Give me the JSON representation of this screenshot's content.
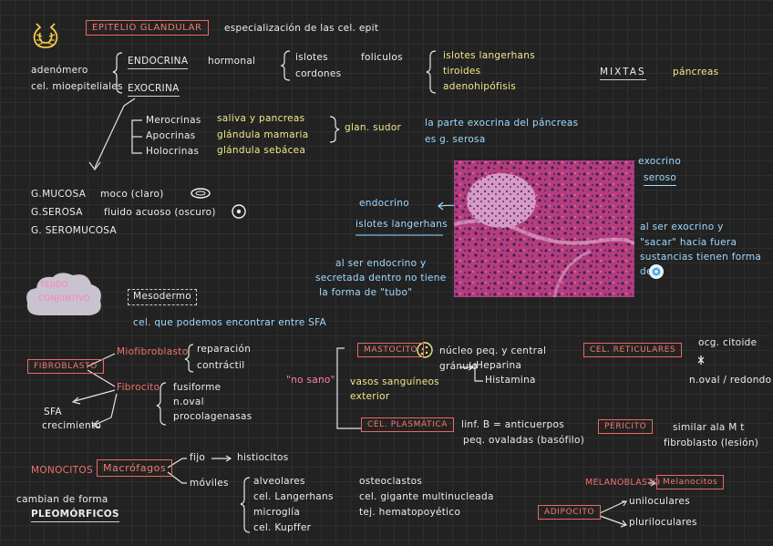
{
  "epitelio": {
    "title": "EPITELIO GLANDULAR",
    "subtitle": "especialización de las cel. epit",
    "adenomero": "adenómero",
    "cel_mioepiteliales": "cel. mioepiteliales",
    "endocrina": "ENDOCRINA",
    "hormonal": "hormonal",
    "islotes": "islotes",
    "cordones": "cordones",
    "foliculos": "foliculos",
    "list_right": [
      "islotes langerhans",
      "tiroides",
      "adenohipófisis"
    ],
    "mixtas": "MIXTAS",
    "pancreas": "páncreas",
    "exocrina": "EXOCRINA",
    "secretion_types": [
      "Merocrinas",
      "Apocrinas",
      "Holocrinas"
    ],
    "secretion_examples": [
      "saliva y pancreas",
      "glándula mamaria",
      "glándula sebácea"
    ],
    "glan_sudor": "glan. sudor",
    "parte_exocrina_1": "la parte exocrina del páncreas",
    "parte_exocrina_2": "es g. serosa",
    "glands": [
      {
        "name": "G.MUCOSA",
        "desc": "moco (claro)"
      },
      {
        "name": "G.SEROSA",
        "desc": "fluido acuoso (oscuro)"
      },
      {
        "name": "G. SEROMUCOSA",
        "desc": ""
      }
    ],
    "exocrino_label": "exocrino",
    "seroso_label": "seroso",
    "endocrino_label": "endocrino",
    "islotes_lang_label": "islotes langerhans",
    "al_ser_endocrino": [
      "al ser endocrino y",
      "secretada dentro no tiene",
      "la forma de \"tubo\""
    ],
    "al_ser_exocrino": [
      "al ser exocrino y",
      "\"sacar\" hacia fuera",
      "sustancias tienen forma",
      "de"
    ]
  },
  "conjuntivo": {
    "cloud_title_1": "TEJIDO",
    "cloud_title_2": "CONJUNTIVO",
    "mesodermo": "Mesodermo",
    "cel_que": "cel. que podemos encontrar entre SFA",
    "fibroblasto": "FIBROBLASTO",
    "miofibroblasto": "Miofibroblasto",
    "miofib_props": [
      "reparación",
      "contráctil"
    ],
    "fibrocito": "Fibrocito",
    "fibrocito_props": [
      "fusiforme",
      "n.oval",
      "procolagenasas"
    ],
    "sfa": "SFA",
    "crecimiento": "crecimiento",
    "mastocito": "MASTOCITO",
    "mastocito_desc": "núcleo peq. y central",
    "granulo": "gránulo",
    "heparina": "Heparina",
    "histamina": "Histamina",
    "no_sano": "\"no sano\"",
    "vasos_1": "vasos sanguíneos",
    "vasos_2": "exterior",
    "cel_plasmatica": "CEL. PLASMÁTICA",
    "linf_b": "linf. B = anticuerpos",
    "peq_ovaladas": "peq. ovaladas (basófilo)",
    "cel_reticulares": "CEL. RETICULARES",
    "reticulares_props": [
      "ocg. citoide",
      "n.oval / redondo"
    ],
    "pericito": "PERICITO",
    "pericito_desc_1": "similar ala M t",
    "pericito_desc_2": "fibroblasto (lesión)",
    "monocitos": "MONOCITOS",
    "cambian_1": "cambian de forma",
    "pleomorficos": "PLEOMÓRFICOS",
    "macrofagos": "Macrófagos",
    "fijo": "fijo",
    "histiocitos": "histiocitos",
    "moviles": "móviles",
    "moviles_list_1": [
      "alveolares",
      "cel. Langerhans",
      "microglía",
      "cel. Kupffer"
    ],
    "moviles_list_2": [
      "osteoclastos",
      "cel. gigante multinucleada",
      "tej. hematopoyético"
    ],
    "melanoblasto": "MELANOBLASTO",
    "melanocitos": "Melanocitos",
    "adipocito": "ADIPOCITO",
    "adipocito_types": [
      "uniloculares",
      "pluriloculares"
    ]
  },
  "colors": {
    "background": "#222222",
    "red": "#e86a5f",
    "yellow": "#f1e88a",
    "blue": "#9fd9ff",
    "pink_cloud": "#c9c2cf"
  }
}
